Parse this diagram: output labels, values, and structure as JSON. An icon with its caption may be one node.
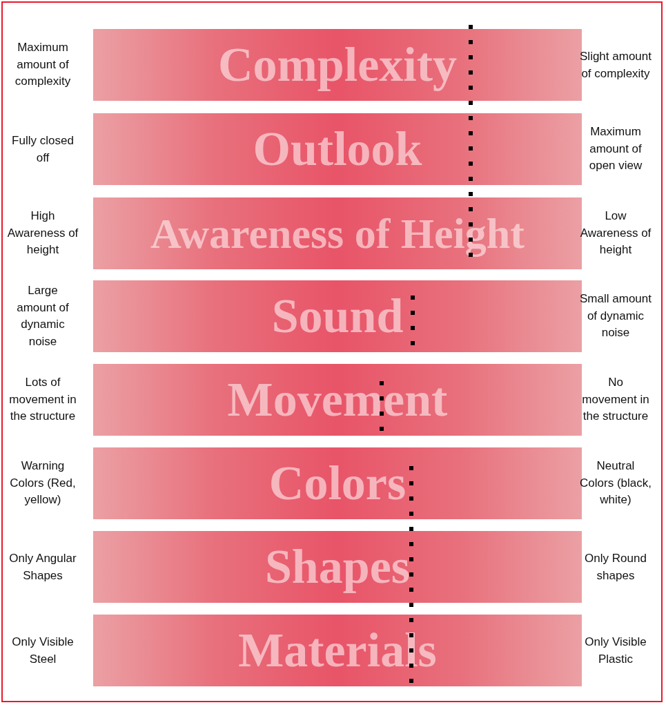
{
  "diagram": {
    "nodes": [
      {
        "text": [
          "Complexity"
        ],
        "beside": [
          "Maximum amount of complexity",
          "Slight amount of complexity"
        ]
      },
      {
        "text": [
          "Outlook"
        ],
        "beside": [
          "Fully closed off",
          "Maximum amount of open view"
        ]
      },
      {
        "text": [
          "Awareness of Height"
        ],
        "beside": [
          "High Awareness of height",
          "Low Awareness of height"
        ]
      },
      {
        "text": [
          "Sound"
        ],
        "beside": [
          "Large amount of dynamic noise",
          "Small amount of dynamic noise"
        ]
      },
      {
        "text": [
          "Movement"
        ],
        "beside": [
          "Lots of movement in the structure",
          "No movement in the structure"
        ]
      },
      {
        "text": [
          "Colors"
        ],
        "beside": [
          "Warning Colors (Red, yellow)",
          "Neutral Colors (black, white)"
        ]
      },
      {
        "text": [
          "Shapes"
        ],
        "beside": [
          "Only Angular Shapes",
          "Only Round shapes"
        ]
      },
      {
        "text": [
          "Materials"
        ],
        "beside": [
          "Only Visible Steel",
          "Only Visible Plastic"
        ]
      }
    ]
  }
}
